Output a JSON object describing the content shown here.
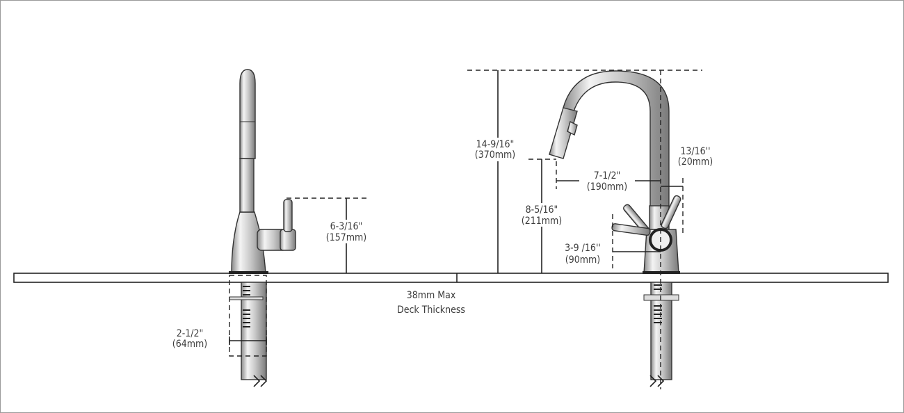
{
  "diagram": {
    "left_faucet": {
      "handle_height": {
        "imperial": "6-3/16\"",
        "metric": "(157mm)"
      },
      "shank_width": {
        "imperial": "2-1/2\"",
        "metric": "(64mm)"
      }
    },
    "deck": {
      "line1": "38mm Max",
      "line2": "Deck Thickness"
    },
    "right_faucet": {
      "overall_height": {
        "imperial": "14-9/16\"",
        "metric": "(370mm)"
      },
      "spout_height": {
        "imperial": "8-5/16\"",
        "metric": "(211mm)"
      },
      "spout_reach": {
        "imperial": "7-1/2\"",
        "metric": "(190mm)"
      },
      "offset": {
        "imperial": "13/16''",
        "metric": "(20mm)"
      },
      "handle_clearance": {
        "imperial": "3-9 /16''",
        "metric": "(90mm)"
      }
    }
  }
}
